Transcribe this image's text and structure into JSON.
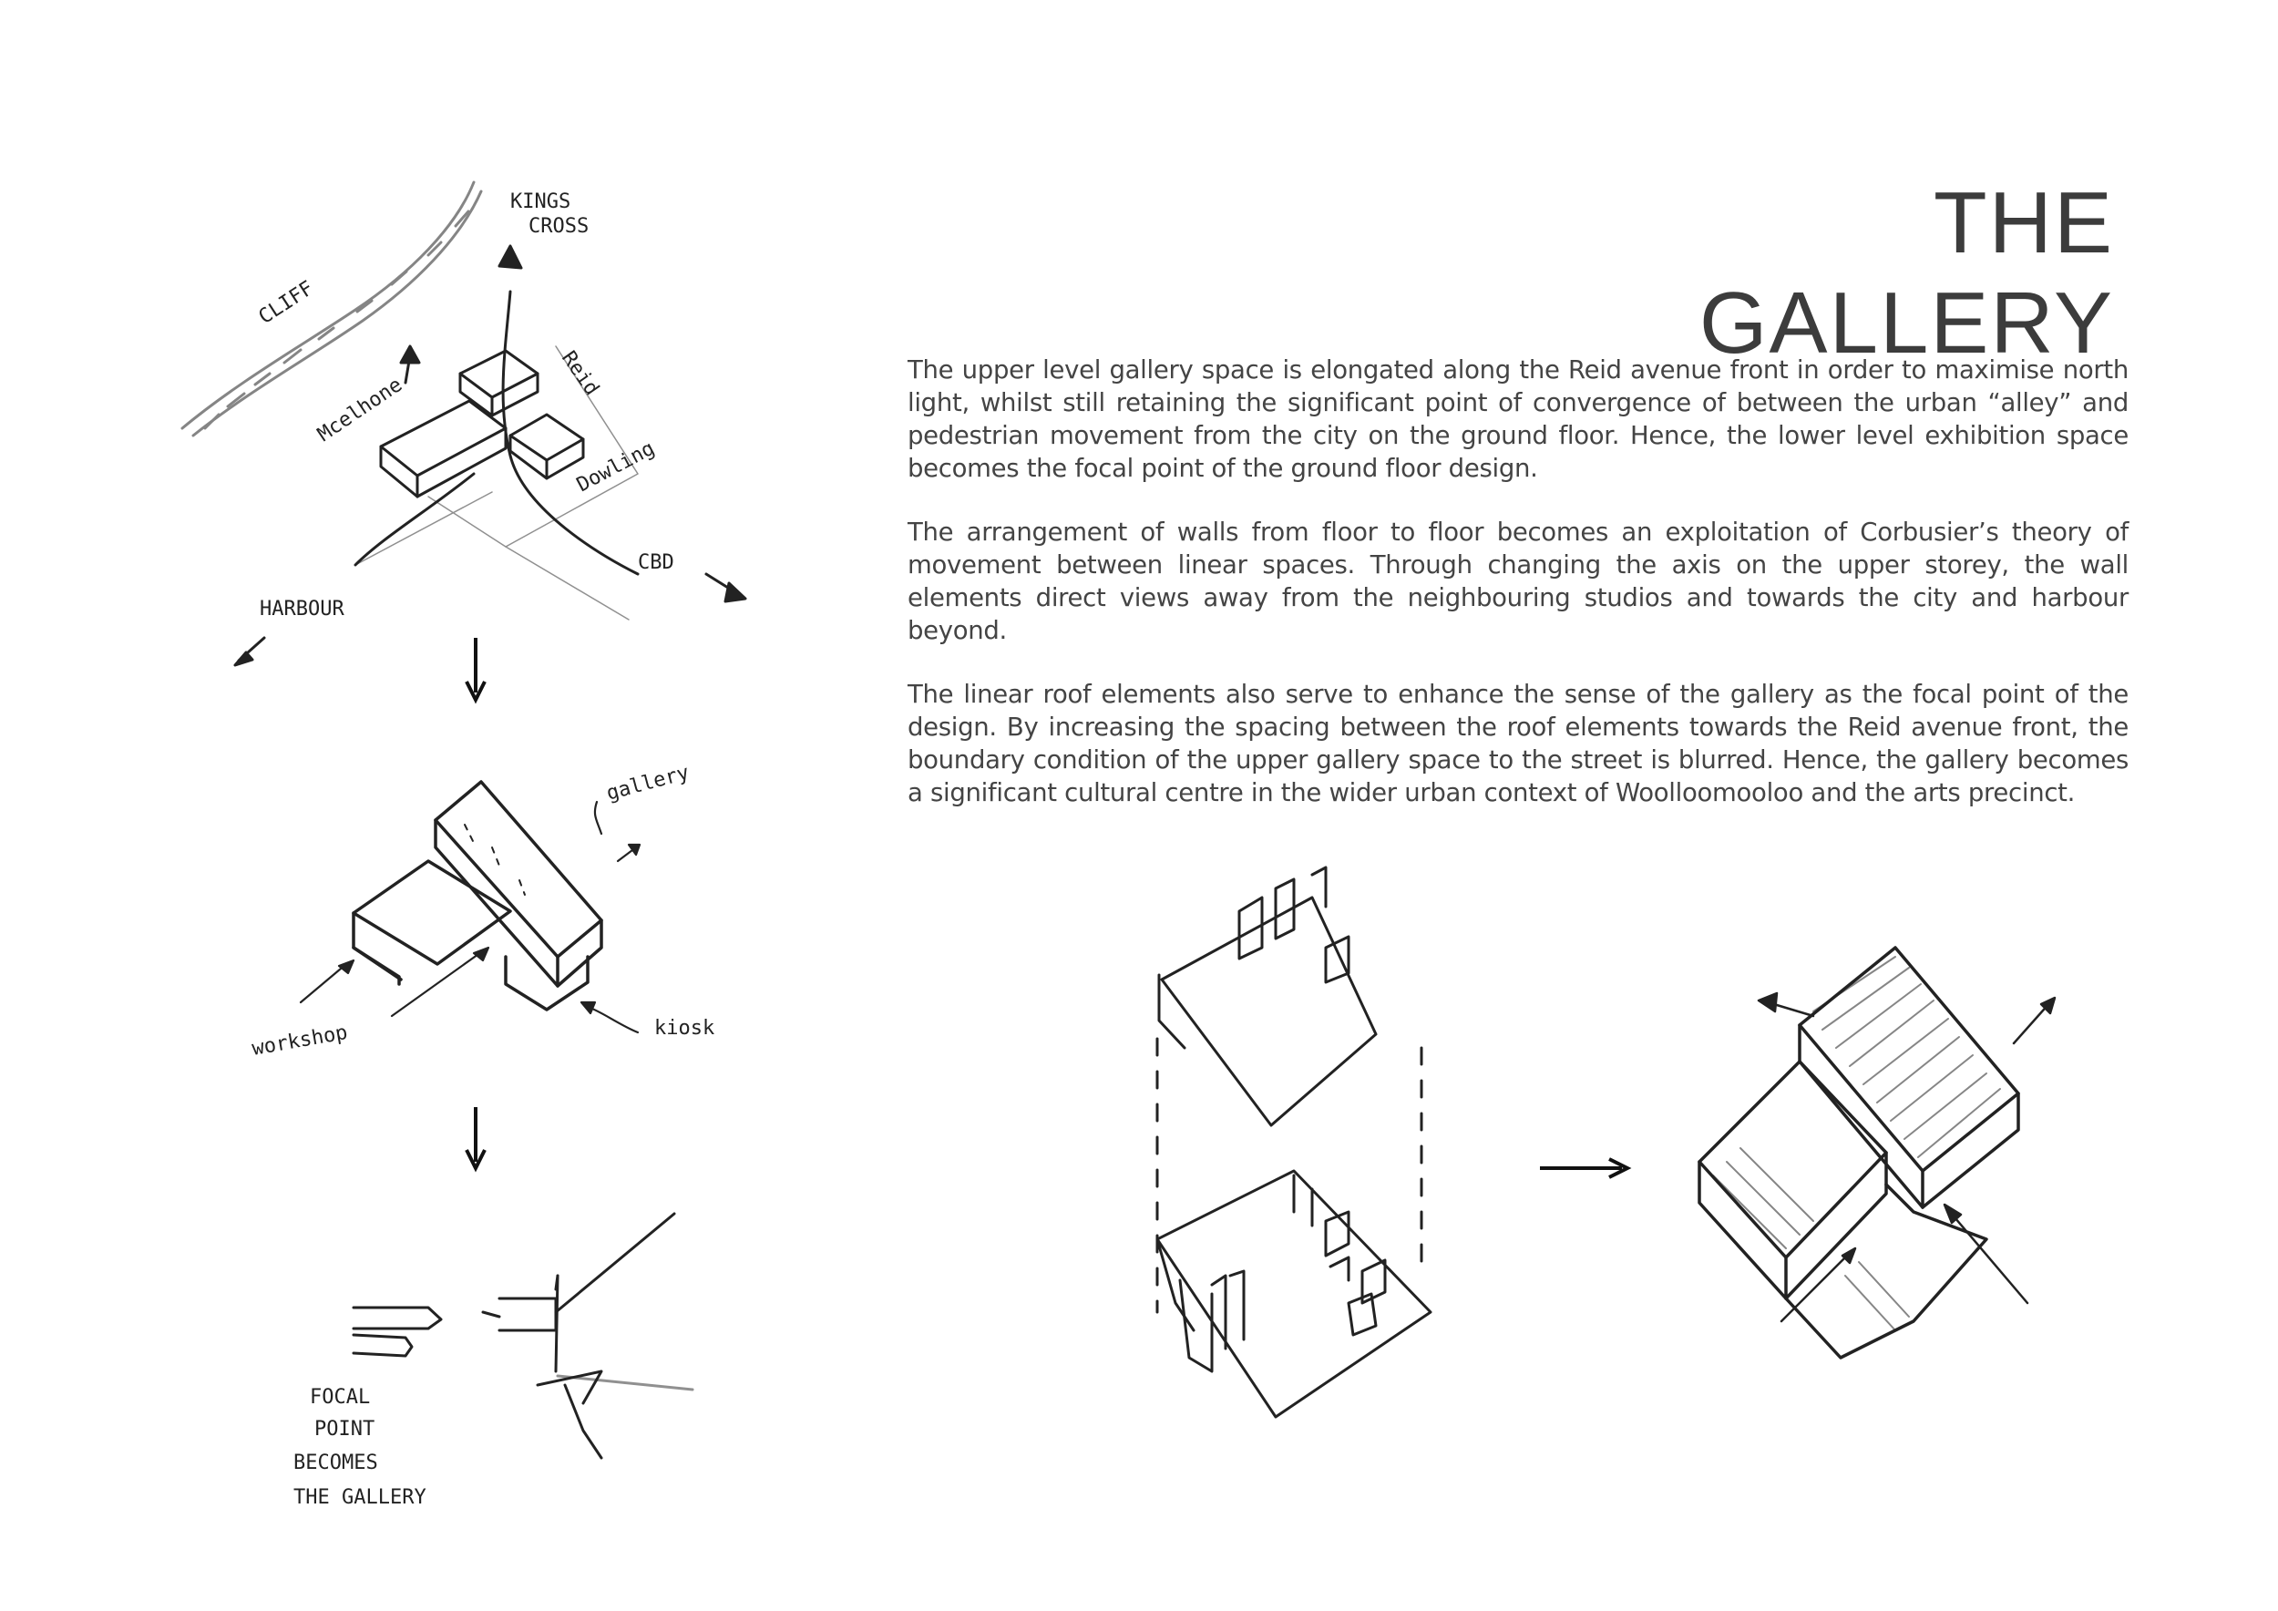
{
  "page": {
    "title": "THE GALLERY",
    "paragraphs": [
      "The upper level gallery space is elongated along the Reid avenue front in order to maximise north light, whilst still retaining the significant point of convergence of between the urban “alley” and pedestrian movement from the city on the ground floor. Hence, the lower level exhibition space becomes the focal point of the ground floor design.",
      "The arrangement of walls from floor to floor becomes an exploitation of Corbusier’s theory of movement between linear spaces. Through changing the axis on the upper storey, the wall elements direct views away from the neighbouring studios and towards the city and harbour beyond.",
      "The linear roof elements also serve to enhance the sense of the gallery as the focal point of the design. By increasing the spacing between the roof elements towards the Reid avenue front, the boundary condition of the upper gallery space to the street is blurred. Hence, the gallery becomes a significant cultural centre in the wider urban context of Woolloomooloo and the arts precinct."
    ]
  },
  "sketches": {
    "site": {
      "kings_cross": [
        "KINGS",
        "CROSS"
      ],
      "cliff": "CLIFF",
      "mcelhone": "Mcelhone",
      "reid": "Reid",
      "dowling": "Dowling",
      "cbd": "CBD",
      "harbour": "HARBOUR"
    },
    "massing": {
      "gallery": "gallery",
      "workshop": "workshop",
      "kiosk": "kiosk"
    },
    "focal": {
      "lines": [
        "FOCAL",
        "POINT",
        "BECOMES",
        "THE GALLERY"
      ]
    }
  }
}
